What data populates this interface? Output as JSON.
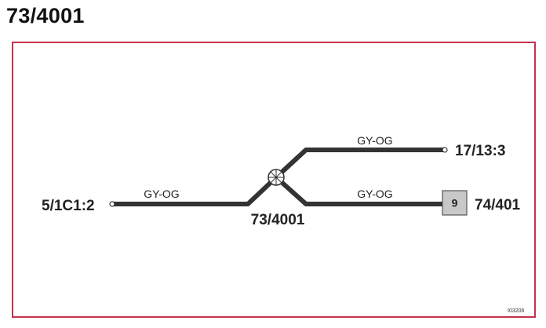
{
  "title": "73/4001",
  "colors": {
    "frame": "#c8304d",
    "wire": "#333333",
    "connector_box": "#c8c8c8"
  },
  "wires": [
    {
      "label": "GY-OG"
    },
    {
      "label": "GY-OG"
    },
    {
      "label": "GY-OG"
    }
  ],
  "connectors": {
    "left": "5/1C1:2",
    "top_right": "17/13:3",
    "bottom_right": "74/401",
    "box_pin": "9"
  },
  "splice": {
    "label": "73/4001",
    "icon": "splice-icon"
  },
  "reference_code": "I03206"
}
